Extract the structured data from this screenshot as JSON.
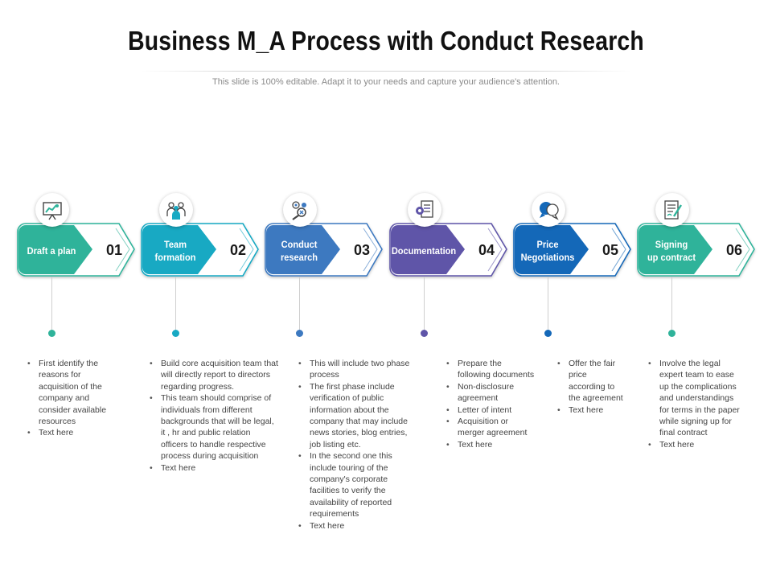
{
  "title": "Business M_A Process with Conduct Research",
  "subtitle": "This slide is 100% editable. Adapt it to your needs and capture your audience's attention.",
  "steps": [
    {
      "label_lines": [
        "Draft a plan"
      ],
      "number": "01",
      "color": "#2fb39a",
      "icon": "presentation-board-icon",
      "bullets": [
        "First identify the reasons for acquisition of the company and consider available resources",
        "Text here"
      ]
    },
    {
      "label_lines": [
        "Team",
        "formation"
      ],
      "number": "02",
      "color": "#18a9c3",
      "icon": "team-icon",
      "bullets": [
        "Build core acquisition team that will directly report to directors regarding progress.",
        "This team should comprise of individuals from different backgrounds that will be legal, it , hr and public relation officers to handle respective process during acquisition",
        "Text here"
      ]
    },
    {
      "label_lines": [
        "Conduct",
        "research"
      ],
      "number": "03",
      "color": "#3d79c0",
      "icon": "research-magnifier-icon",
      "bullets": [
        "This will include two phase process",
        "The first phase include verification of public information about the company that may include news stories, blog entries, job listing etc.",
        "In the second one this include touring of the company's corporate facilities to verify the availability of reported requirements",
        "Text here"
      ]
    },
    {
      "label_lines": [
        "Documentation"
      ],
      "number": "04",
      "color": "#5f55a8",
      "icon": "document-gear-icon",
      "bullets": [
        "Prepare the following documents",
        "Non-disclosure agreement",
        "Letter of intent",
        "Acquisition or merger agreement",
        "Text here"
      ]
    },
    {
      "label_lines": [
        "Price",
        "Negotiations"
      ],
      "number": "05",
      "color": "#1468b8",
      "icon": "chat-bubbles-icon",
      "bullets": [
        "Offer the fair price according to the agreement",
        "Text here"
      ]
    },
    {
      "label_lines": [
        "Signing",
        "up contract"
      ],
      "number": "06",
      "color": "#2fb39a",
      "icon": "contract-pen-icon",
      "bullets": [
        "Involve the legal expert team to ease up the complications and understandings for terms in the paper while signing up for final contract",
        "Text here"
      ]
    }
  ]
}
